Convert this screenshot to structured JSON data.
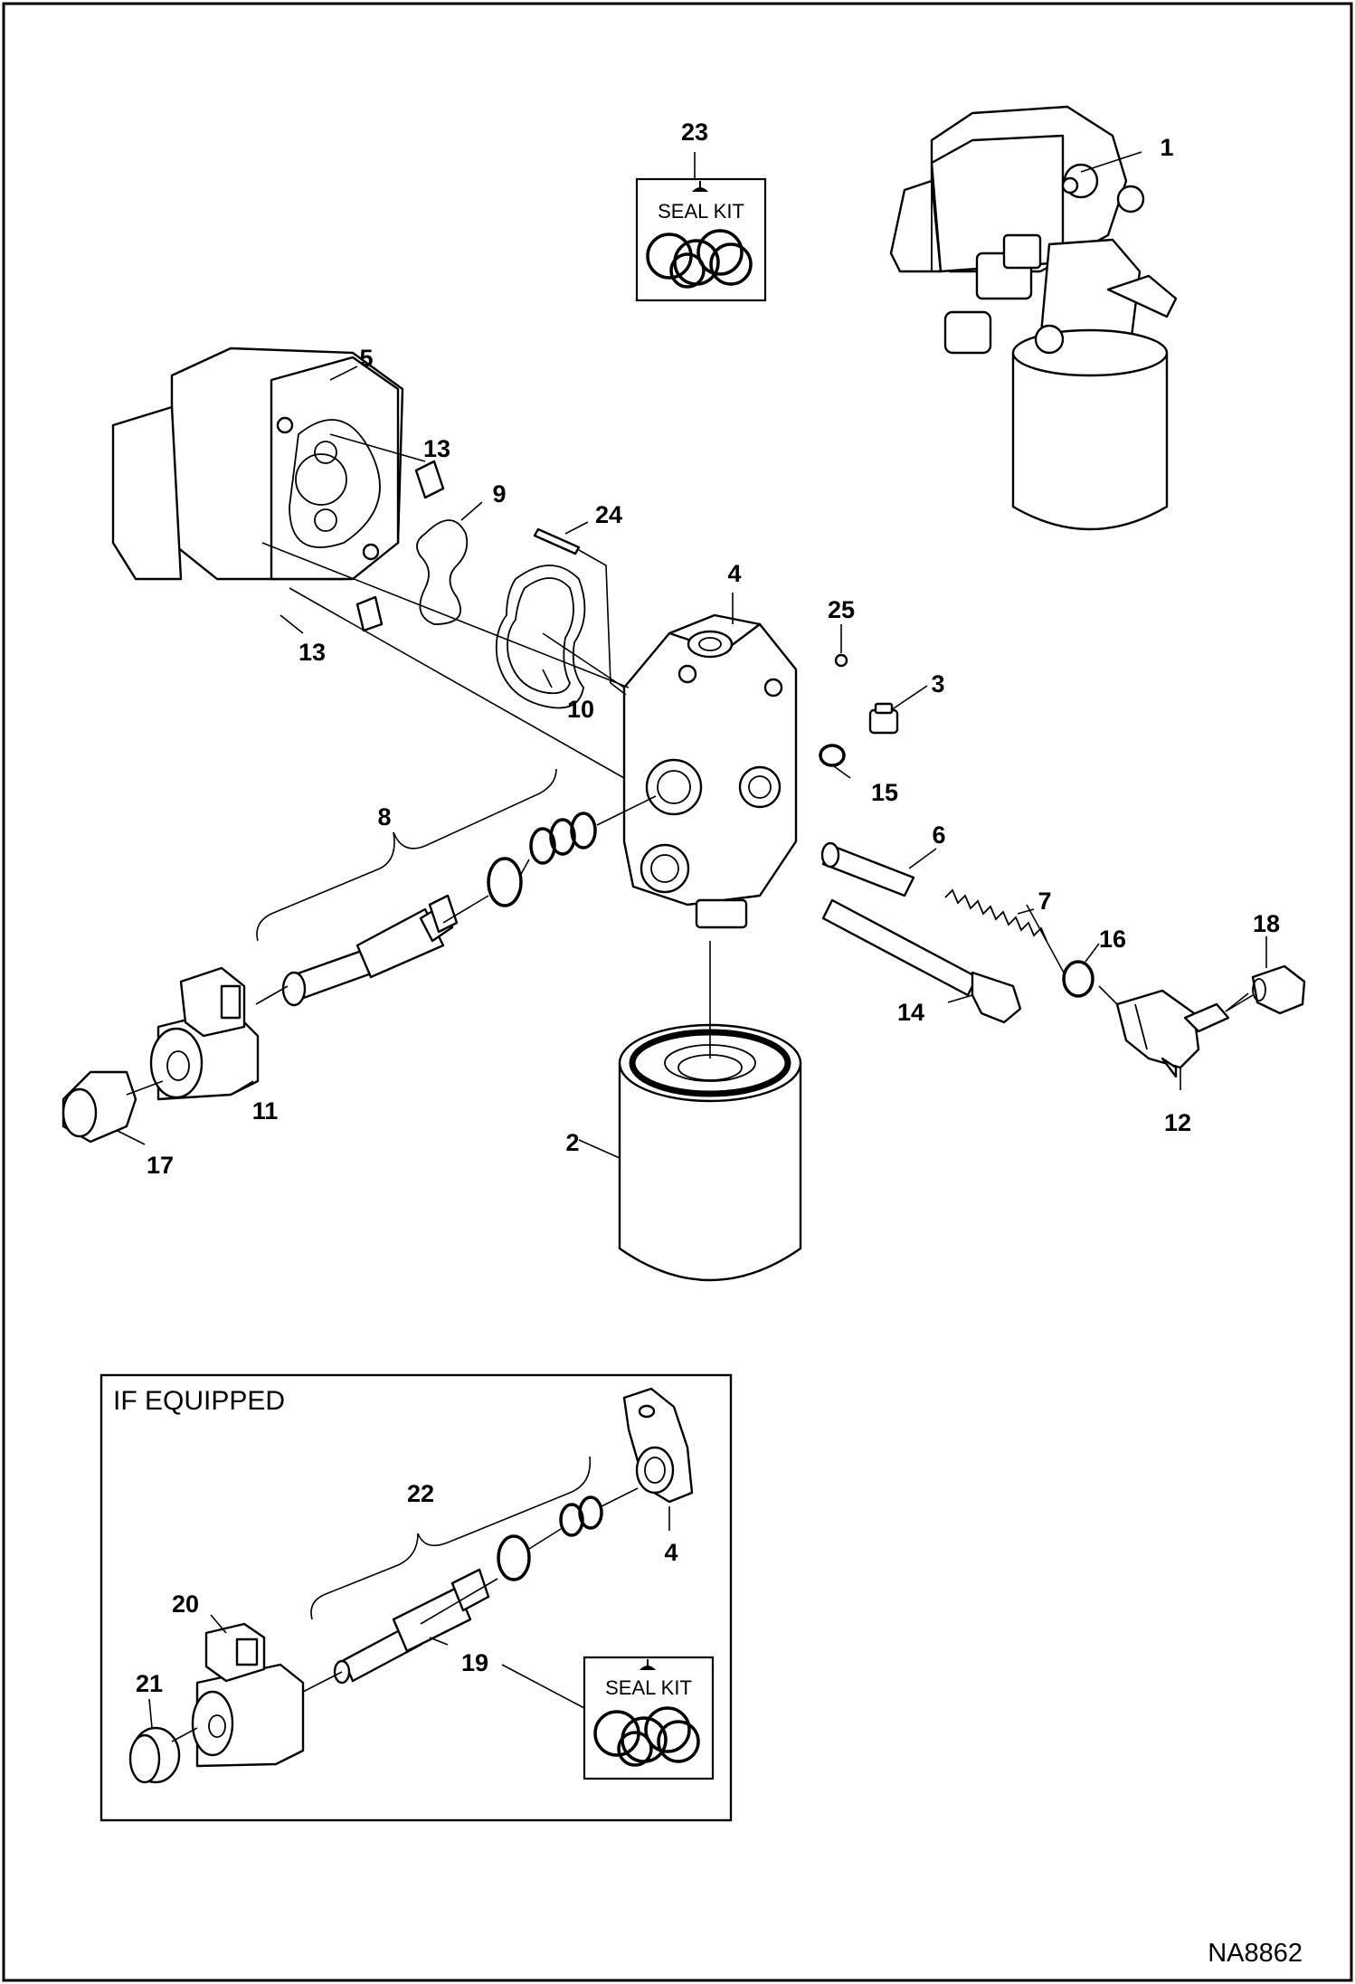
{
  "figure_id": "NA8862",
  "inset": {
    "title": "IF EQUIPPED"
  },
  "seal_kits": [
    {
      "label": "SEAL KIT"
    },
    {
      "label": "SEAL KIT"
    }
  ],
  "callouts": {
    "c1": "1",
    "c2": "2",
    "c3": "3",
    "c4": "4",
    "c5": "5",
    "c6": "6",
    "c7": "7",
    "c8": "8",
    "c9": "9",
    "c10": "10",
    "c11": "11",
    "c12": "12",
    "c13a": "13",
    "c13b": "13",
    "c14": "14",
    "c15": "15",
    "c16": "16",
    "c17": "17",
    "c18": "18",
    "c19": "19",
    "c20": "20",
    "c21": "21",
    "c22": "22",
    "c23": "23",
    "c24": "24",
    "c25": "25",
    "c4b": "4"
  }
}
